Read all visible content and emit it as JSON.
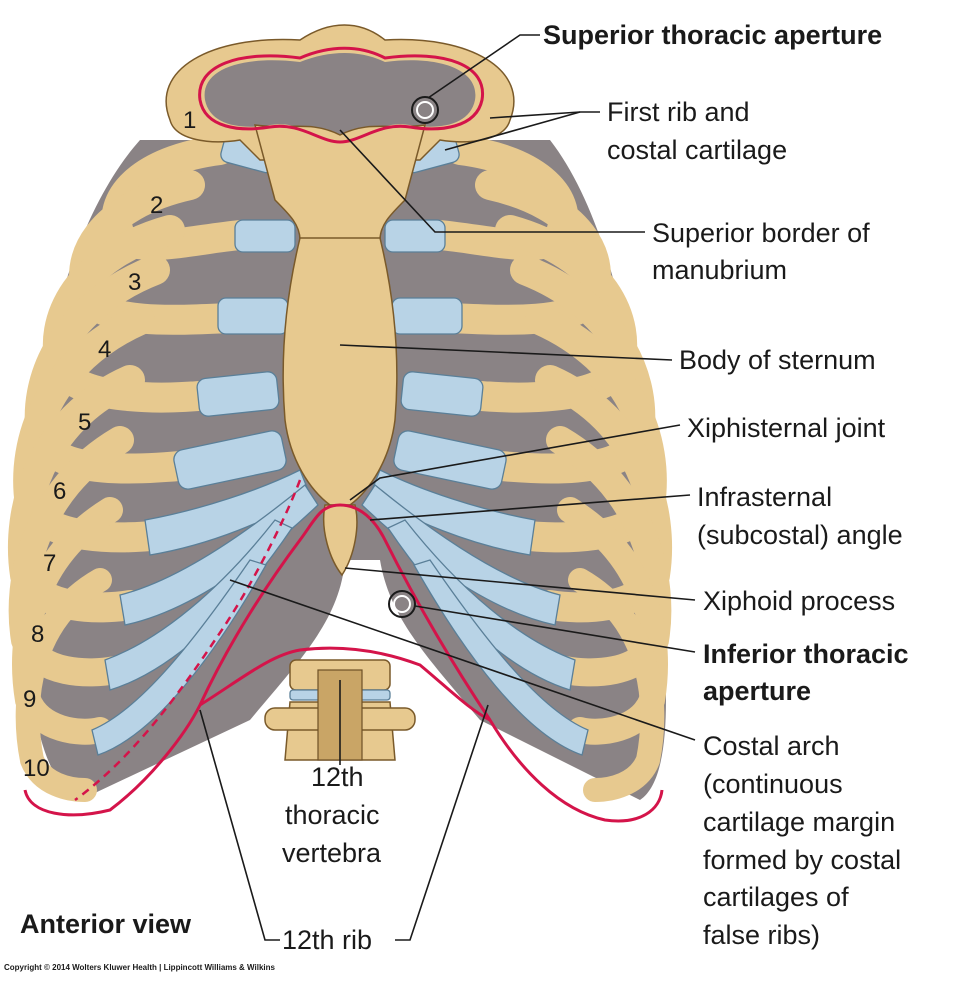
{
  "labels": {
    "superior_aperture": "Superior thoracic aperture",
    "first_rib_line1": "First rib and",
    "first_rib_line2": "costal cartilage",
    "manubrium_line1": "Superior border of",
    "manubrium_line2": "manubrium",
    "body_sternum": "Body of sternum",
    "xiphisternal": "Xiphisternal joint",
    "infrasternal_line1": "Infrasternal",
    "infrasternal_line2": "(subcostal) angle",
    "xiphoid": "Xiphoid process",
    "inferior_line1": "Inferior thoracic",
    "inferior_line2": "aperture",
    "costal_line1": "Costal arch",
    "costal_line2": "(continuous",
    "costal_line3": "cartilage margin",
    "costal_line4": "formed by costal",
    "costal_line5": "cartilages of",
    "costal_line6": "false ribs)",
    "vertebra_line1": "12th",
    "vertebra_line2": "thoracic",
    "vertebra_line3": "vertebra",
    "rib12": "12th rib"
  },
  "rib_numbers": [
    "1",
    "2",
    "3",
    "4",
    "5",
    "6",
    "7",
    "8",
    "9",
    "10"
  ],
  "view_title": "Anterior view",
  "copyright": "Copyright © 2014 Wolters Kluwer Health | Lippincott Williams & Wilkins",
  "colors": {
    "bone": "#e7c98f",
    "cartilage": "#b8d3e6",
    "aperture_outline": "#d4144a",
    "background_shadow": "#8a8385"
  }
}
